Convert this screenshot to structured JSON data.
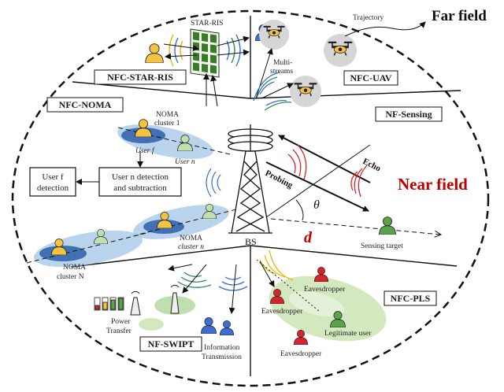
{
  "titles": {
    "far_field": "Far field",
    "near_field": "Near field"
  },
  "regions": {
    "star_ris": "NFC-STAR-RIS",
    "uav": "NFC-UAV",
    "noma": "NFC-NOMA",
    "sensing": "NF-Sensing",
    "swipt": "NF-SWIPT",
    "pls": "NFC-PLS"
  },
  "labels": {
    "star_ris_device": "STAR-RIS",
    "trajectory": "Trajectory",
    "multi_streams_1": "Multi-",
    "multi_streams_2": "streams",
    "noma_cluster_1_a": "NOMA",
    "noma_cluster_1_b": "cluster 1",
    "user_f": "User f",
    "user_n": "User n",
    "user_n_detect_1": "User n detection",
    "user_n_detect_2": "and subtraction",
    "user_f_detect_1": "User f",
    "user_f_detect_2": "detection",
    "noma_cluster_n_a": "NOMA",
    "noma_cluster_n_b": "cluster n",
    "noma_cluster_N_a": "NOMA",
    "noma_cluster_N_b": "cluster N",
    "bs": "BS",
    "echo": "Echo",
    "probing": "Probing",
    "theta": "θ",
    "distance": "d",
    "sensing_target": "Sensing target",
    "power_transfer_1": "Power",
    "power_transfer_2": "Transfer",
    "info_transmission_1": "Information",
    "info_transmission_2": "Transmission",
    "eavesdropper_top": "Eavesdropper",
    "eavesdropper_left": "Eavesdropper",
    "eavesdropper_bottom": "Eavesdropper",
    "legitimate_user": "Legitimate user"
  },
  "colors": {
    "near_field_red": "#c00000",
    "user_yellow": "#f5c342",
    "user_green": "#7cbf5a",
    "user_blue": "#3c6fd1",
    "user_red": "#d0262c",
    "ellipse_blue": "#a9c9e8",
    "ellipse_green": "#cfe5b8"
  }
}
